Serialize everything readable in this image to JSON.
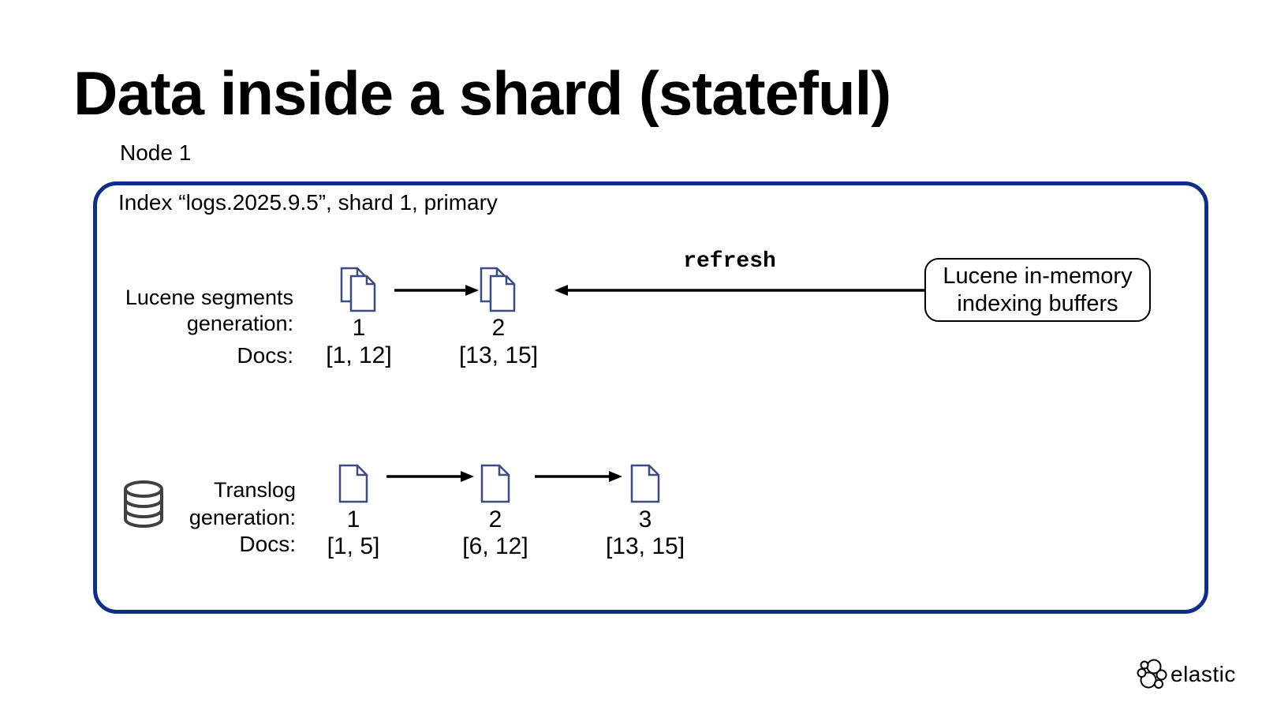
{
  "slide": {
    "title": "Data inside a shard (stateful)",
    "node_label": "Node 1",
    "shard_box": {
      "index_label": "Index “logs.2025.9.5”, shard 1, primary"
    },
    "lucene_row": {
      "label_line1": "Lucene segments",
      "label_line2": "generation:",
      "docs_label": "Docs:",
      "segments": [
        {
          "generation": "1",
          "docs": "[1, 12]"
        },
        {
          "generation": "2",
          "docs": "[13, 15]"
        }
      ],
      "refresh_label": "refresh",
      "buffer_box_line1": "Lucene in-memory",
      "buffer_box_line2": "indexing buffers"
    },
    "translog_row": {
      "label_line1": "Translog",
      "label_line2": "generation:",
      "docs_label": "Docs:",
      "generations": [
        {
          "generation": "1",
          "docs": "[1, 5]"
        },
        {
          "generation": "2",
          "docs": "[6, 12]"
        },
        {
          "generation": "3",
          "docs": "[13, 15]"
        }
      ]
    },
    "footer": {
      "brand": "elastic"
    },
    "colors": {
      "box_border": "#0d2f87",
      "doc_icon": "#3d4c7e",
      "db_icon": "#404040",
      "buffer_border": "#000000",
      "text": "#000000"
    }
  }
}
